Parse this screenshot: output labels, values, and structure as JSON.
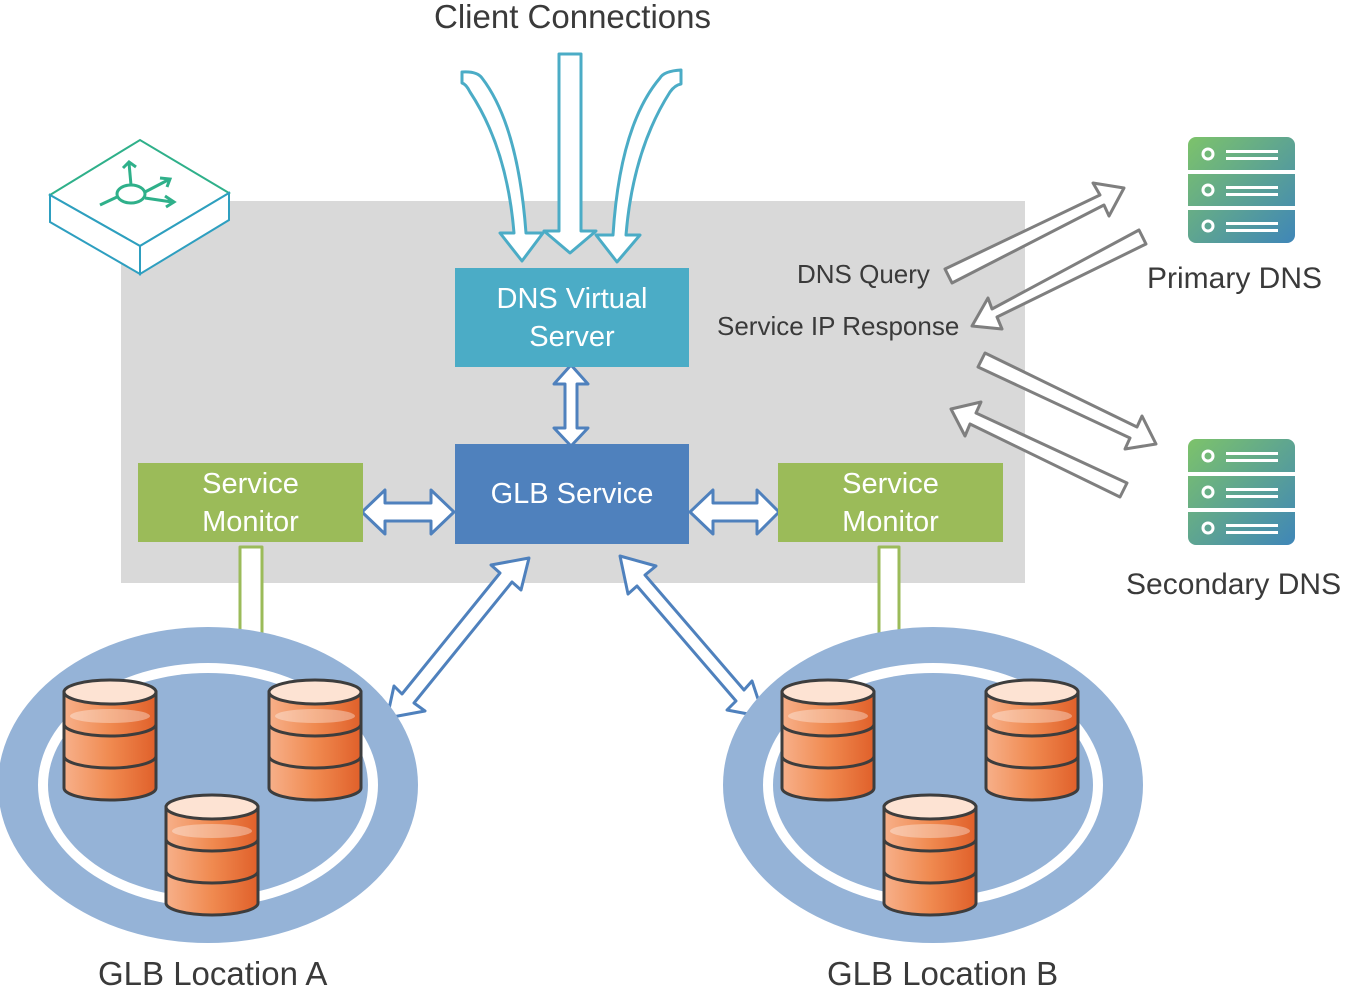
{
  "colors": {
    "panel": "#d9d9d9",
    "dns_box": "#4bacc6",
    "glb_box": "#4f81bd",
    "monitor_box": "#9bbb59",
    "client_arrow": "#4bacc6",
    "dns_arrow": "#7f7f7f",
    "location_ring": "#95b3d7",
    "db_orange": "#f07d40"
  },
  "labels": {
    "client_connections": "Client Connections",
    "dns_virtual_server": "DNS Virtual Server",
    "glb_service": "GLB Service",
    "service_monitor_left": "Service Monitor",
    "service_monitor_right": "Service Monitor",
    "dns_query": "DNS Query",
    "service_ip_response": "Service IP Response",
    "primary_dns": "Primary DNS",
    "secondary_dns": "Secondary DNS",
    "location_a": "GLB Location A",
    "location_b": "GLB Location B"
  },
  "icons": {
    "appliance": "load-balancer-icon",
    "server": "server-stack-icon",
    "database": "database-icon"
  }
}
